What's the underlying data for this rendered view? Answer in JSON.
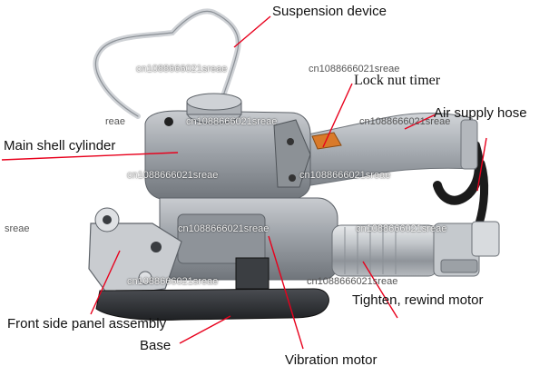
{
  "labels": {
    "suspension": "Suspension device",
    "lock_nut_timer": "Lock nut timer",
    "air_supply_hose": "Air supply hose",
    "main_shell_cylinder": "Main shell cylinder",
    "tighten_rewind_motor": "Tighten, rewind motor",
    "front_side_panel": "Front side panel assembly",
    "base": "Base",
    "vibration_motor": "Vibration motor"
  },
  "watermarks": {
    "text": "cn1088666021sreae",
    "fragment": "reae",
    "fragment_short": "sreae"
  },
  "colors": {
    "leader_line": "#e8001c",
    "background": "#ffffff",
    "body_metal": "#9ea3a9",
    "handle_metal": "#a7acb2",
    "hose": "#1b1b1b"
  }
}
